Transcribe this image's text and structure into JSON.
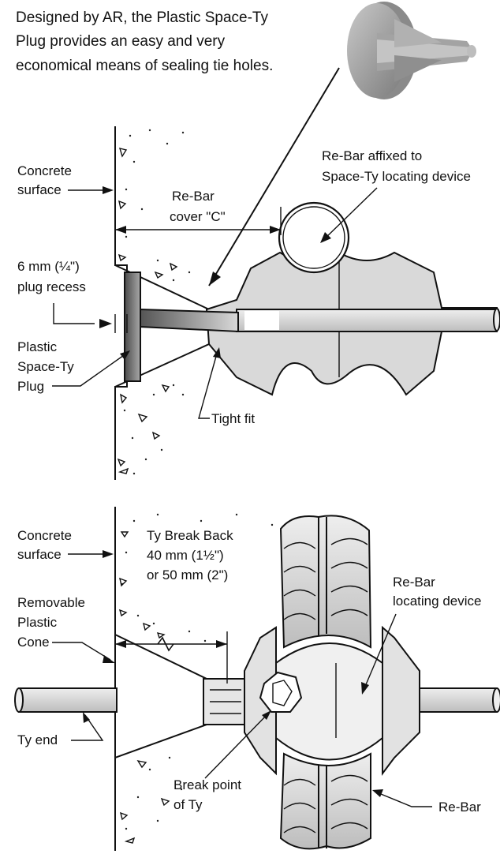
{
  "intro": {
    "line1": "Designed by AR, the Plastic Space-Ty",
    "line2": "Plug provides an easy and very",
    "line3": "economical means of sealing tie holes."
  },
  "top_diagram": {
    "concrete_surface": [
      "Concrete",
      "surface"
    ],
    "rebar_cover": [
      "Re-Bar",
      "cover \"C\""
    ],
    "rebar_affixed": [
      "Re-Bar affixed to",
      "Space-Ty locating device"
    ],
    "plug_recess": [
      "6 mm (¼\")",
      "plug recess"
    ],
    "plastic_plug": [
      "Plastic",
      "Space-Ty",
      "Plug"
    ],
    "tight_fit": "Tight fit"
  },
  "bottom_diagram": {
    "concrete_surface": [
      "Concrete",
      "surface"
    ],
    "break_back": [
      "Ty Break Back",
      "40 mm (1½\")",
      "or 50 mm (2\")"
    ],
    "removable_cone": [
      "Removable",
      "Plastic",
      "Cone"
    ],
    "rebar_locating": [
      "Re-Bar",
      "locating device"
    ],
    "ty_end": "Ty end",
    "break_point": [
      "Break point",
      "of Ty"
    ],
    "rebar": "Re-Bar"
  },
  "colors": {
    "plug_gray": "#b9b9b9",
    "plug_dark": "#6d6d6d",
    "device_gray": "#d8d8d8",
    "line": "#111111"
  }
}
